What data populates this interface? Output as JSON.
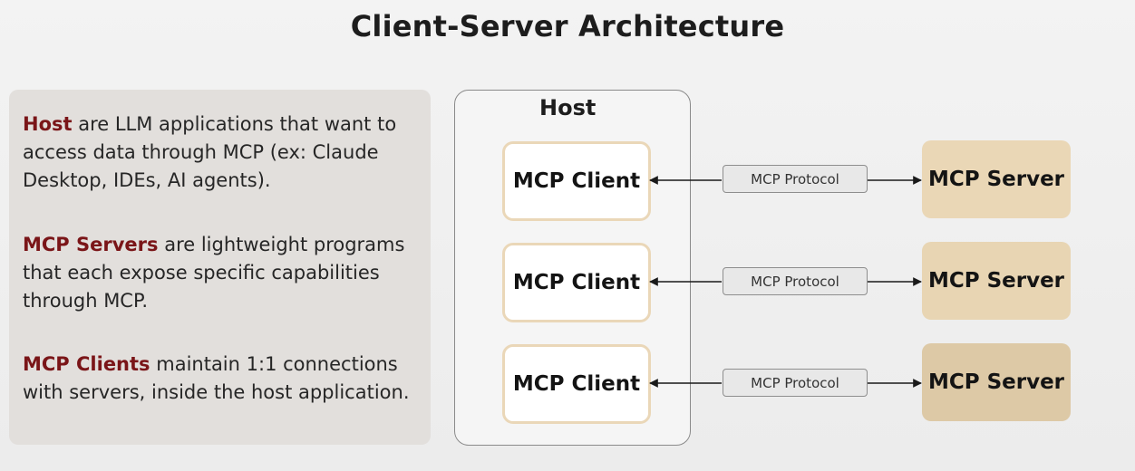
{
  "title": "Client-Server Architecture",
  "info_panel": {
    "paragraphs": [
      {
        "term": "Host",
        "text": " are LLM applications that want to access data through MCP (ex: Claude Desktop, IDEs, AI agents)."
      },
      {
        "term": "MCP Servers",
        "text": " are lightweight programs that each expose specific capabilities through MCP."
      },
      {
        "term": "MCP Clients",
        "text": " maintain 1:1 connections with servers, inside the host application."
      }
    ]
  },
  "diagram": {
    "host_label": "Host",
    "clients": [
      "MCP Client",
      "MCP Client",
      "MCP Client"
    ],
    "protocols": [
      "MCP Protocol",
      "MCP Protocol",
      "MCP Protocol"
    ],
    "servers": [
      "MCP Server",
      "MCP Server",
      "MCP Server"
    ]
  },
  "colors": {
    "term": "#7a1518",
    "panel": "#e2dfdc",
    "client_border": "#ead7b8",
    "server_fill": "#ead7b6"
  }
}
